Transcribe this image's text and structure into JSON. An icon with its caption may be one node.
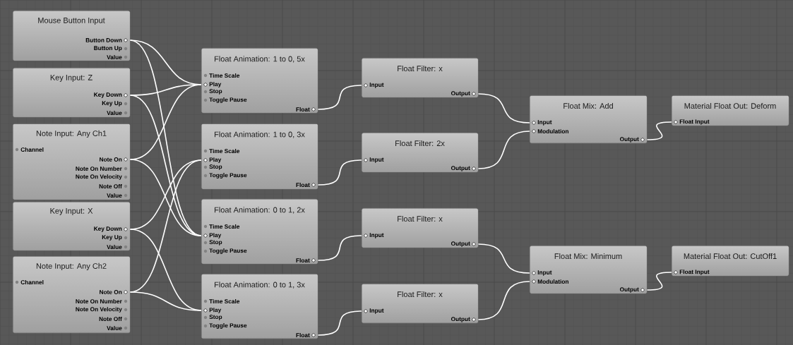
{
  "diagram": {
    "nodes": [
      {
        "text": [
          "Mouse Button Input",
          "Button Down",
          "Button Up",
          "Value"
        ]
      },
      {
        "text": [
          "Key Input: Z",
          "Key Down",
          "Key Up",
          "Value"
        ]
      },
      {
        "text": [
          "Note Input: Any Ch1",
          "Channel",
          "Note On",
          "Note On Number",
          "Note On Velocity",
          "Note Off",
          "Value"
        ]
      },
      {
        "text": [
          "Key Input: X",
          "Key Down",
          "Key Up",
          "Value"
        ]
      },
      {
        "text": [
          "Note Input: Any Ch2",
          "Channel",
          "Note On",
          "Note On Number",
          "Note On Velocity",
          "Note Off",
          "Value"
        ]
      },
      {
        "text": [
          "Float Animation: 1 to 0, 5x",
          "Time Scale",
          "Play",
          "Stop",
          "Toggle Pause",
          "Float"
        ]
      },
      {
        "text": [
          "Float Animation: 1 to 0, 3x",
          "Time Scale",
          "Play",
          "Stop",
          "Toggle Pause",
          "Float"
        ]
      },
      {
        "text": [
          "Float Animation: 0 to 1, 2x",
          "Time Scale",
          "Play",
          "Stop",
          "Toggle Pause",
          "Float"
        ]
      },
      {
        "text": [
          "Float Animation: 0 to 1, 3x",
          "Time Scale",
          "Play",
          "Stop",
          "Toggle Pause",
          "Float"
        ]
      },
      {
        "text": [
          "Float Filter: x",
          "Input",
          "Output"
        ]
      },
      {
        "text": [
          "Float Filter: 2x",
          "Input",
          "Output"
        ]
      },
      {
        "text": [
          "Float Filter: x",
          "Input",
          "Output"
        ]
      },
      {
        "text": [
          "Float Filter: x",
          "Input",
          "Output"
        ]
      },
      {
        "text": [
          "Float Mix: Add",
          "Input",
          "Modulation",
          "Output"
        ]
      },
      {
        "text": [
          "Float Mix: Minimum",
          "Input",
          "Modulation",
          "Output"
        ]
      },
      {
        "text": [
          "Material Float Out: Deform",
          "Float Input"
        ]
      },
      {
        "text": [
          "Material Float Out: CutOff1",
          "Float Input"
        ]
      }
    ],
    "edges": [
      {
        "from": 0,
        "to": 5,
        "arrow": "none"
      },
      {
        "from": 0,
        "to": 7,
        "arrow": "none"
      },
      {
        "from": 1,
        "to": 5,
        "arrow": "none"
      },
      {
        "from": 1,
        "to": 7,
        "arrow": "none"
      },
      {
        "from": 2,
        "to": 5,
        "arrow": "none"
      },
      {
        "from": 2,
        "to": 7,
        "arrow": "none"
      },
      {
        "from": 3,
        "to": 6,
        "arrow": "none"
      },
      {
        "from": 3,
        "to": 8,
        "arrow": "none"
      },
      {
        "from": 4,
        "to": 6,
        "arrow": "none"
      },
      {
        "from": 4,
        "to": 8,
        "arrow": "none"
      },
      {
        "from": 5,
        "to": 9,
        "arrow": "none"
      },
      {
        "from": 6,
        "to": 10,
        "arrow": "none"
      },
      {
        "from": 7,
        "to": 11,
        "arrow": "none"
      },
      {
        "from": 8,
        "to": 12,
        "arrow": "none"
      },
      {
        "from": 9,
        "to": 13,
        "arrow": "none"
      },
      {
        "from": 10,
        "to": 13,
        "arrow": "none"
      },
      {
        "from": 11,
        "to": 14,
        "arrow": "none"
      },
      {
        "from": 12,
        "to": 14,
        "arrow": "none"
      },
      {
        "from": 13,
        "to": 15,
        "arrow": "none"
      },
      {
        "from": 14,
        "to": 16,
        "arrow": "none"
      }
    ]
  }
}
